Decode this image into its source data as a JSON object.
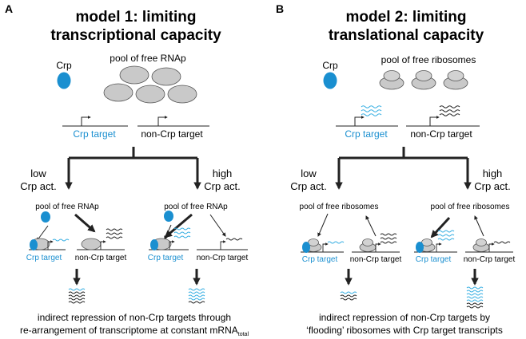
{
  "colors": {
    "crp_blue": "#1a8fd0",
    "wave_blue": "#35aee2",
    "gray_fill": "#c9c9c9",
    "dark": "#222222"
  },
  "panel_a": {
    "letter": "A",
    "title_line1": "model 1: limiting",
    "title_line2": "transcriptional capacity",
    "crp_label": "Crp",
    "pool_label": "pool of free RNAp",
    "crp_target": "Crp target",
    "non_crp_target": "non-Crp target",
    "low_line1": "low",
    "low_line2": "Crp act.",
    "high_line1": "high",
    "high_line2": "Crp act.",
    "small_pool_left": "pool of free RNAp",
    "small_pool_right": "pool of free RNAp",
    "small_crp_target_left": "Crp target",
    "small_non_crp_left": "non-Crp target",
    "small_crp_target_right": "Crp target",
    "small_non_crp_right": "non-Crp target",
    "caption_line1": "indirect repression of non-Crp targets through",
    "caption_line2": "re-arrangement of transcriptome at constant mRNA",
    "caption_subscript": "total"
  },
  "panel_b": {
    "letter": "B",
    "title_line1": "model 2: limiting",
    "title_line2": "translational capacity",
    "crp_label": "Crp",
    "pool_label": "pool of free ribosomes",
    "crp_target": "Crp target",
    "non_crp_target": "non-Crp target",
    "low_line1": "low",
    "low_line2": "Crp act.",
    "high_line1": "high",
    "high_line2": "Crp act.",
    "small_pool_left": "pool of free ribosomes",
    "small_pool_right": "pool of free ribosomes",
    "small_crp_target_left": "Crp target",
    "small_non_crp_left": "non-Crp target",
    "small_crp_target_right": "Crp target",
    "small_non_crp_right": "non-Crp target",
    "caption_line1": "indirect repression of non-Crp targets by",
    "caption_line2": "‘flooding’ ribosomes with Crp target transcripts"
  }
}
